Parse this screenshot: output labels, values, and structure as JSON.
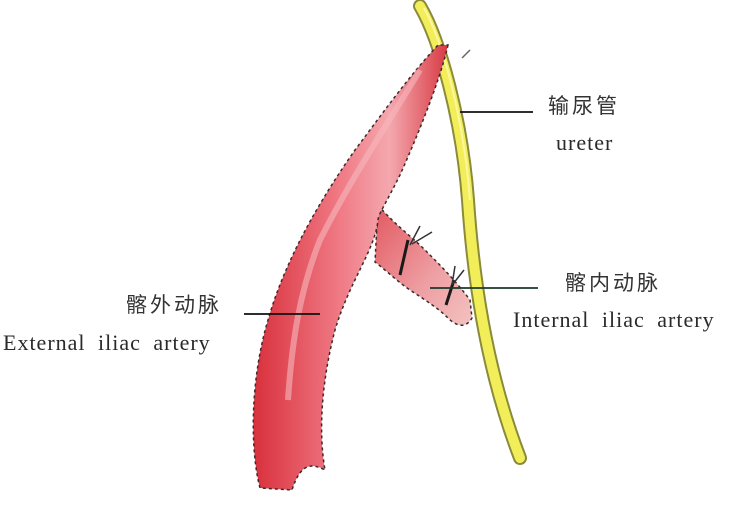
{
  "figure": {
    "type": "anatomical illustration",
    "colors": {
      "artery": "#e0404a",
      "artery_highlight": "#f4a2a8",
      "artery_edge": "#3a2a2a",
      "ureter": "#f2ee5a",
      "ureter_edge": "#8a8a3a",
      "leader_line": "#111111",
      "background": "#ffffff"
    }
  },
  "labels": {
    "ureter": {
      "zh": "输尿管",
      "en": "ureter"
    },
    "internal_iliac": {
      "zh": "髂内动脉",
      "en": "Internal iliac artery"
    },
    "external_iliac": {
      "zh": "髂外动脉",
      "en": "External iliac artery"
    }
  }
}
